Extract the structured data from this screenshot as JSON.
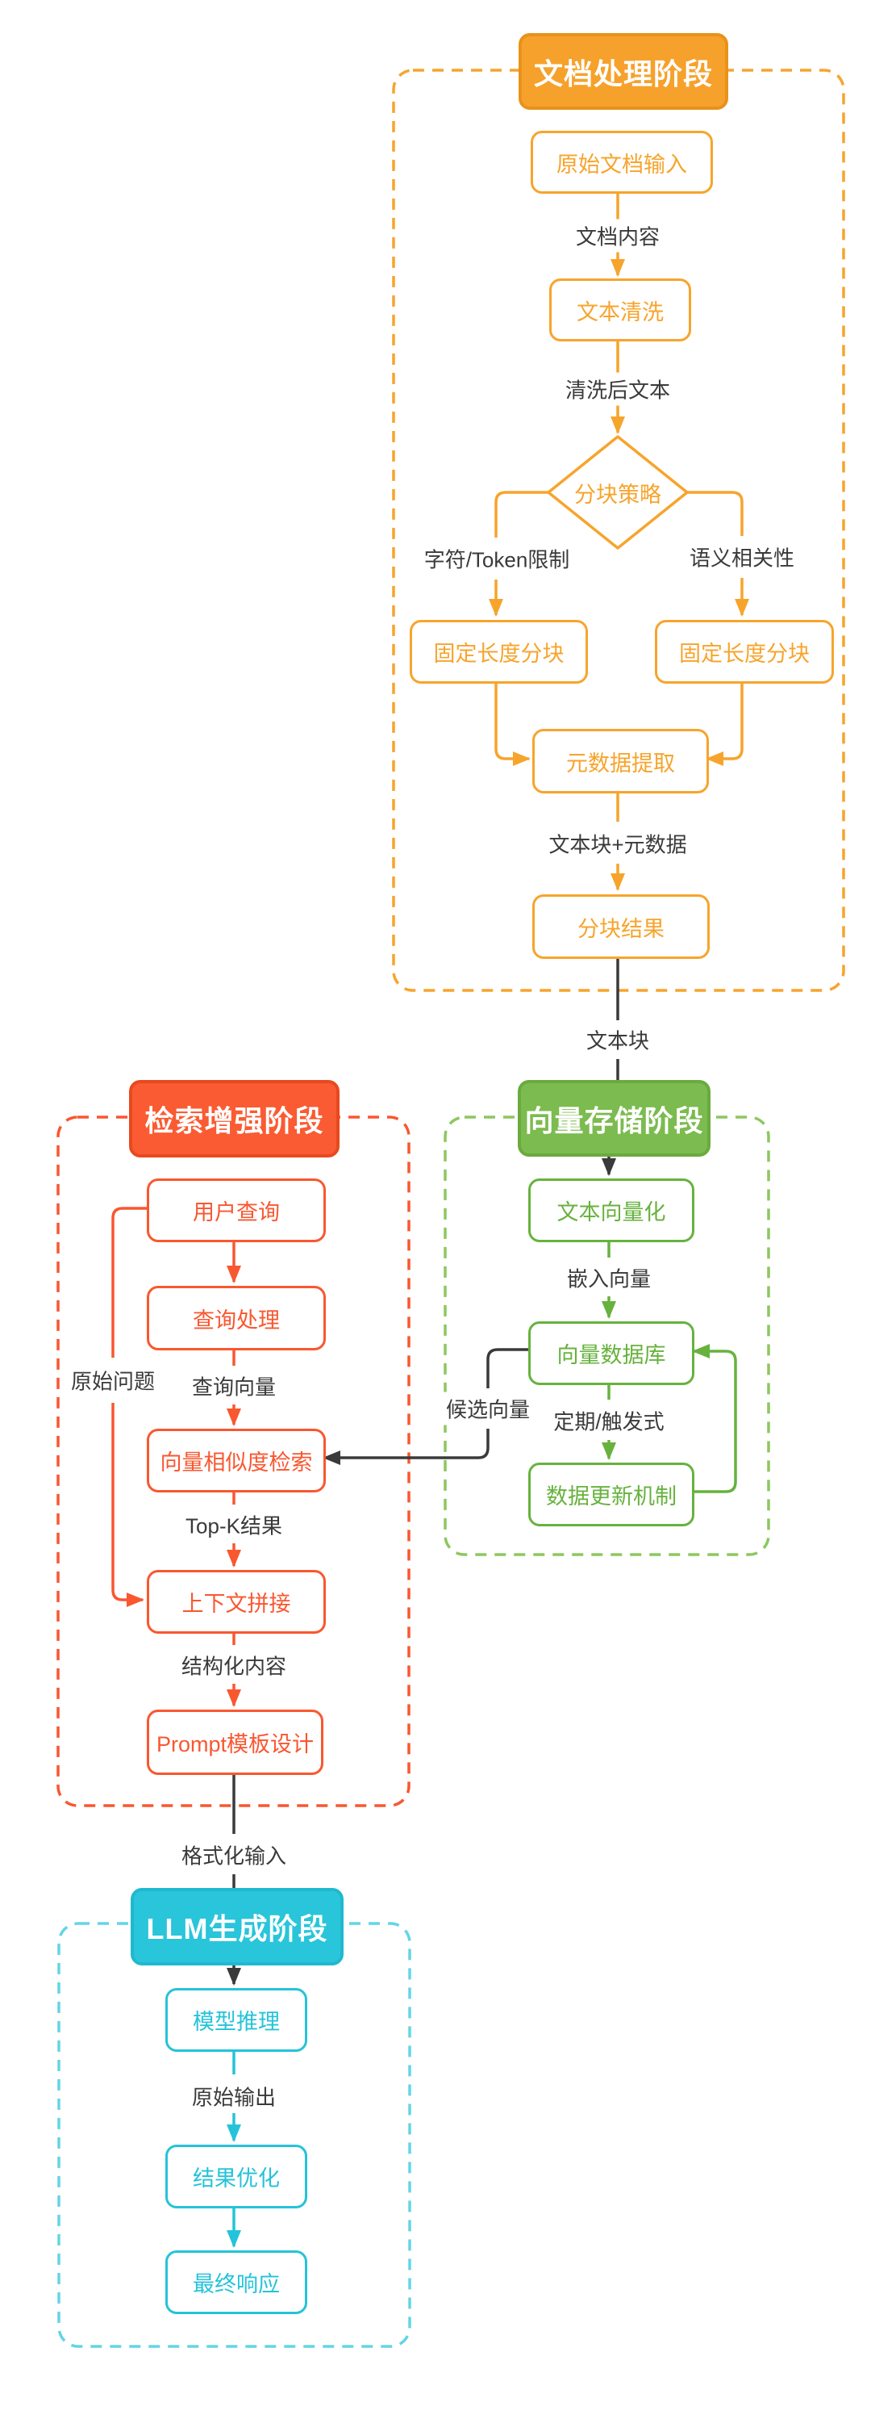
{
  "colors": {
    "orange": "#F7A42C",
    "orange_fill": "#F6A12B",
    "orange_border": "#E8921A",
    "red": "#F95730",
    "red_fill": "#FA5B32",
    "red_border": "#E8491F",
    "green": "#67B23E",
    "green_fill": "#7CBB4F",
    "green_border": "#6BAA3E",
    "green_dash": "#8CC75F",
    "cyan": "#25C3D9",
    "cyan_fill": "#29C5DA",
    "cyan_border": "#1FB9CE",
    "cyan_dash": "#63D5E6",
    "connector_black": "#3A3A3A",
    "label_text": "#3A3A3A"
  },
  "doc_stage": {
    "title": "文档处理阶段",
    "nodes": {
      "raw_doc_input": "原始文档输入",
      "text_cleaning": "文本清洗",
      "chunk_strategy": "分块策略",
      "fixed_length_chunk_left": "固定长度分块",
      "fixed_length_chunk_right": "固定长度分块",
      "metadata_extraction": "元数据提取",
      "chunk_result": "分块结果"
    },
    "edge_labels": {
      "doc_content": "文档内容",
      "cleaned_text": "清洗后文本",
      "char_token_limit": "字符/Token限制",
      "semantic_relevance": "语义相关性",
      "chunk_plus_metadata": "文本块+元数据",
      "text_chunk": "文本块"
    }
  },
  "retrieval_stage": {
    "title": "检索增强阶段",
    "nodes": {
      "user_query": "用户查询",
      "query_processing": "查询处理",
      "vector_similarity_search": "向量相似度检索",
      "context_concatenation": "上下文拼接",
      "prompt_template_design": "Prompt模板设计"
    },
    "edge_labels": {
      "original_question": "原始问题",
      "query_vector": "查询向量",
      "topk_results": "Top-K结果",
      "structured_content": "结构化内容",
      "formatted_input": "格式化输入"
    }
  },
  "vector_stage": {
    "title": "向量存储阶段",
    "nodes": {
      "text_vectorization": "文本向量化",
      "vector_database": "向量数据库",
      "data_update_mechanism": "数据更新机制"
    },
    "edge_labels": {
      "embedding_vector": "嵌入向量",
      "periodic_trigger": "定期/触发式",
      "candidate_vectors": "候选向量"
    }
  },
  "llm_stage": {
    "title": "LLM生成阶段",
    "nodes": {
      "model_inference": "模型推理",
      "result_optimization": "结果优化",
      "final_response": "最终响应"
    },
    "edge_labels": {
      "raw_output": "原始输出"
    }
  }
}
